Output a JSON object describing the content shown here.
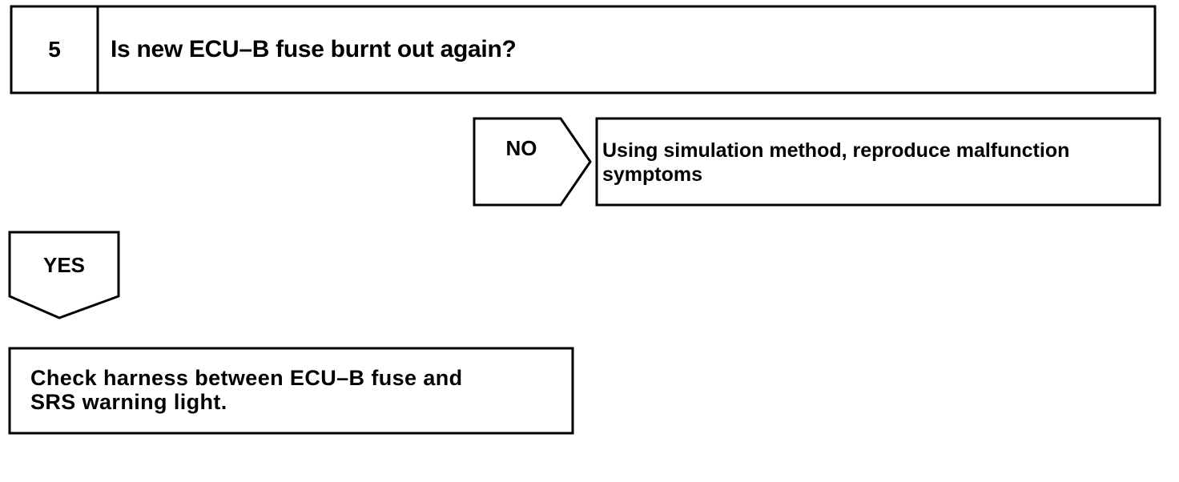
{
  "step": {
    "number": "5",
    "question": "Is new ECU–B fuse burnt out again?"
  },
  "no_branch": {
    "label": "NO",
    "result_lines": [
      "Using simulation method, reproduce malfunction",
      "symptoms"
    ]
  },
  "yes_branch": {
    "label": "YES",
    "result_lines": [
      "Check harness between ECU–B fuse and",
      "SRS warning light."
    ]
  },
  "colors": {
    "ink": "#000000",
    "paper": "#ffffff"
  }
}
